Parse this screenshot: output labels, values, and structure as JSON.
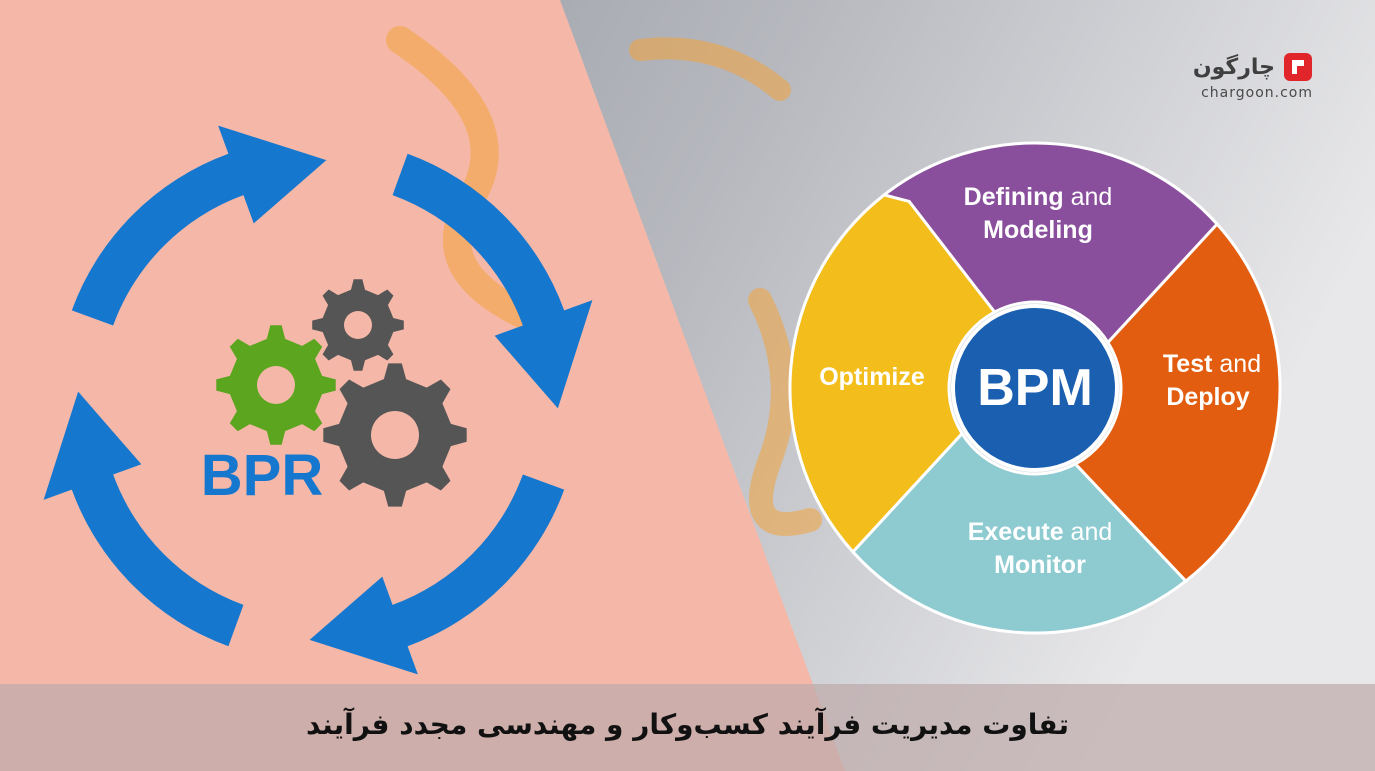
{
  "logo": {
    "name": "چارگون",
    "domain": "chargoon.com"
  },
  "bpr": {
    "label": "BPR"
  },
  "bpm": {
    "center": "BPM",
    "segments": [
      {
        "bold": "Defining",
        "rest": " and",
        "line2": "Modeling",
        "color": "#8a4f9c"
      },
      {
        "bold": "Test",
        "rest": " and",
        "line2": "Deploy",
        "color": "#e25d0f"
      },
      {
        "bold": "Execute",
        "rest": " and",
        "line2": "Monitor",
        "color": "#8ecbd1"
      },
      {
        "bold": "Optimize",
        "rest": "",
        "line2": "",
        "color": "#f3bd1c"
      }
    ]
  },
  "caption": "تفاوت مدیریت فرآیند کسب‌وکار و مهندسی مجدد فرآیند",
  "colors": {
    "left_bg": "#f5b8a8",
    "right_bg": "#a5a8b0",
    "arrow_blue": "#1677cf",
    "gear_green": "#5ba51f",
    "gear_gray": "#555555",
    "bpm_center": "#1a5fb0"
  }
}
